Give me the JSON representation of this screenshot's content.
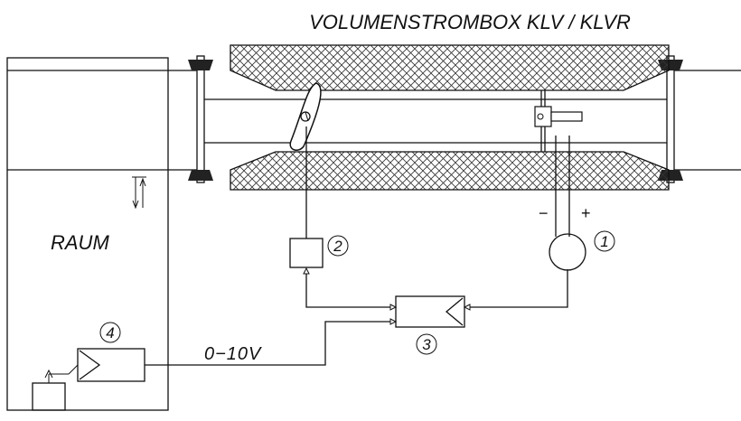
{
  "diagram": {
    "title": "VOLUMENSTROMBOX KLV / KLVR",
    "room_label": "RAUM",
    "signal_label": "0−10V",
    "minus_label": "−",
    "plus_label": "+",
    "components": [
      {
        "id": "1",
        "label": "1"
      },
      {
        "id": "2",
        "label": "2"
      },
      {
        "id": "3",
        "label": "3"
      },
      {
        "id": "4",
        "label": "4"
      }
    ]
  }
}
